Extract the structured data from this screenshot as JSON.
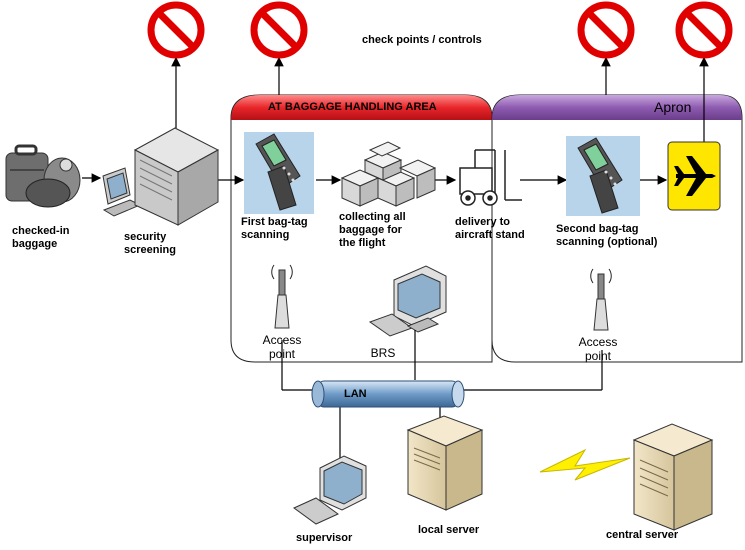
{
  "header": {
    "checkpoints": "check points / controls"
  },
  "areas": {
    "baggage_area": "AT BAGGAGE HANDLING AREA",
    "apron": "Apron"
  },
  "nodes": {
    "checked_in_baggage": "checked-in\nbaggage",
    "security_screening": "security\nscreening",
    "first_scan": "First bag-tag\nscanning",
    "collecting": "collecting all\nbaggage for\nthe flight",
    "delivery": "delivery to\naircraft stand",
    "second_scan": "Second bag-tag\nscanning (optional)",
    "access_point_1": "Access\npoint",
    "brs": "BRS",
    "access_point_2": "Access\npoint",
    "lan": "LAN",
    "supervisor": "supervisor",
    "local_server": "local server",
    "central_server": "central server"
  },
  "colors": {
    "baggage_area_header": "#e8262a",
    "apron_header": "#8e5bb0",
    "prohibited": "#e00000",
    "lan_pipe": "#6f9bc8",
    "plane_bg": "#ffe600",
    "scanner_bg": "#b8d4ea",
    "lightning": "#ffef00"
  },
  "icons": [
    "prohibited-icon",
    "baggage-icon",
    "computer-icon",
    "server-icon",
    "scanner-icon",
    "boxes-icon",
    "forklift-icon",
    "airplane-icon",
    "antenna-icon",
    "lightning-icon"
  ]
}
